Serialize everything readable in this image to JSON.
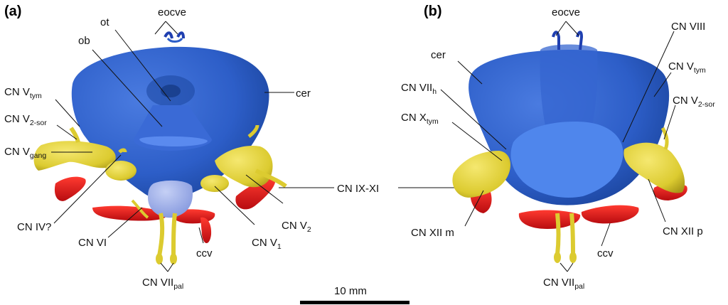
{
  "panels": {
    "a": "(a)",
    "b": "(b)"
  },
  "labels_a": {
    "eocve": "eocve",
    "ot": "ot",
    "ob": "ob",
    "cer": "cer",
    "cn_v_tym_main": "CN V",
    "cn_v_tym_sub": "tym",
    "cn_v2_sor_main": "CN V",
    "cn_v2_sor_sub": "2-sor",
    "cn_v_gang_main": "CN V",
    "cn_v_gang_sub": "gang",
    "cn_iv": "CN IV?",
    "cn_vi": "CN VI",
    "cn_v2_main": "CN V",
    "cn_v2_sub": "2",
    "cn_v1_main": "CN V",
    "cn_v1_sub": "1",
    "ccv": "ccv",
    "cn_vii_pal_main": "CN VII",
    "cn_vii_pal_sub": "pal"
  },
  "labels_b": {
    "eocve": "eocve",
    "cer": "cer",
    "cn_viii": "CN VIII",
    "cn_viih_main": "CN VII",
    "cn_viih_sub": "h",
    "cn_x_tym_main": "CN X",
    "cn_x_tym_sub": "tym",
    "cn_v_tym_main": "CN V",
    "cn_v_tym_sub": "tym",
    "cn_v2_sor_main": "CN V",
    "cn_v2_sor_sub": "2-sor",
    "cn_xii_m": "CN XII m",
    "cn_xii_p": "CN XII p",
    "ccv": "ccv",
    "cn_vii_pal_main": "CN VII",
    "cn_vii_pal_sub": "pal"
  },
  "shared_label": "CN IX-XI",
  "scale_bar": "10 mm",
  "colors": {
    "brain": "#2d5ec8",
    "brain_dark": "#1f4aa6",
    "brain_light": "#5b86df",
    "nerve": "#e4d33a",
    "nerve_dark": "#b9a820",
    "vessel": "#e3161a",
    "pale": "#a9b8ef",
    "vein_blue": "#1f3fb0"
  }
}
